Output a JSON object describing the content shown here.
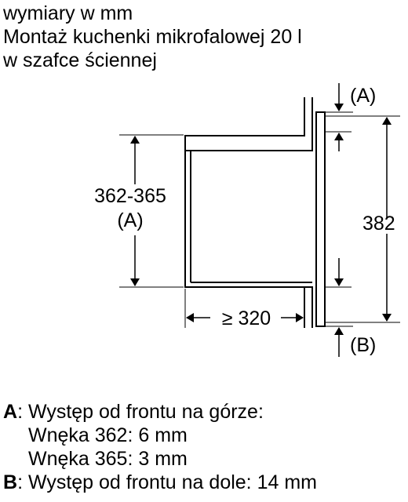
{
  "header": {
    "line1": "wymiary w mm",
    "line2": "Montaż kuchenki mikrofalowej 20 l",
    "line3": "w szafce ściennej"
  },
  "diagram": {
    "label_a_top": "(A)",
    "label_b_bottom": "(B)",
    "dim_height_range": "362-365",
    "dim_height_ref": "(A)",
    "dim_total_height": "382",
    "dim_depth": "≥ 320"
  },
  "legend": {
    "a_key": "A",
    "a_text": ": Występ od frontu na górze:",
    "a_line2": "Wnęka 362: 6 mm",
    "a_line3": "Wnęka 365: 3 mm",
    "b_key": "B",
    "b_text": ": Występ od frontu na dole: 14 mm"
  }
}
